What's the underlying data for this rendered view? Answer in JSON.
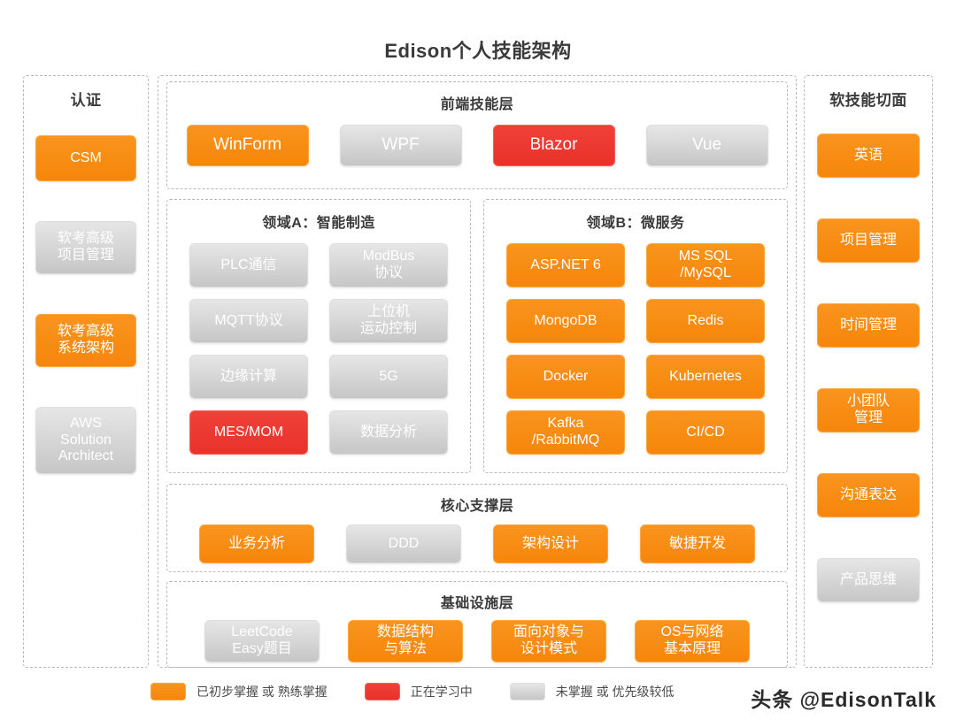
{
  "title": "Edison个人技能架构",
  "certification": {
    "header": "认证",
    "items": [
      {
        "label": "CSM",
        "status": "orange",
        "size": "normal"
      },
      {
        "label": "软考高级\n项目管理",
        "status": "gray",
        "size": "tall"
      },
      {
        "label": "软考高级\n系统架构",
        "status": "orange",
        "size": "tall"
      },
      {
        "label": "AWS\nSolution\nArchitect",
        "status": "gray",
        "size": "xtall"
      }
    ]
  },
  "frontend_layer": {
    "header": "前端技能层",
    "items": [
      {
        "label": "WinForm",
        "status": "orange"
      },
      {
        "label": "WPF",
        "status": "gray"
      },
      {
        "label": "Blazor",
        "status": "red"
      },
      {
        "label": "Vue",
        "status": "gray"
      }
    ]
  },
  "domain_a": {
    "header": "领域A：智能制造",
    "items": [
      {
        "label": "PLC通信",
        "status": "gray"
      },
      {
        "label": "ModBus\n协议",
        "status": "gray"
      },
      {
        "label": "MQTT协议",
        "status": "gray"
      },
      {
        "label": "上位机\n运动控制",
        "status": "gray"
      },
      {
        "label": "边缘计算",
        "status": "gray"
      },
      {
        "label": "5G",
        "status": "gray"
      },
      {
        "label": "MES/MOM",
        "status": "red"
      },
      {
        "label": "数据分析",
        "status": "gray"
      }
    ]
  },
  "domain_b": {
    "header": "领域B：微服务",
    "items": [
      {
        "label": "ASP.NET 6",
        "status": "orange"
      },
      {
        "label": "MS SQL\n/MySQL",
        "status": "orange"
      },
      {
        "label": "MongoDB",
        "status": "orange"
      },
      {
        "label": "Redis",
        "status": "orange"
      },
      {
        "label": "Docker",
        "status": "orange"
      },
      {
        "label": "Kubernetes",
        "status": "orange"
      },
      {
        "label": "Kafka\n/RabbitMQ",
        "status": "orange"
      },
      {
        "label": "CI/CD",
        "status": "orange"
      }
    ]
  },
  "core_layer": {
    "header": "核心支撑层",
    "items": [
      {
        "label": "业务分析",
        "status": "orange"
      },
      {
        "label": "DDD",
        "status": "gray"
      },
      {
        "label": "架构设计",
        "status": "orange"
      },
      {
        "label": "敏捷开发",
        "status": "orange"
      }
    ]
  },
  "infra_layer": {
    "header": "基础设施层",
    "items": [
      {
        "label": "LeetCode\nEasy题目",
        "status": "gray"
      },
      {
        "label": "数据结构\n与算法",
        "status": "orange"
      },
      {
        "label": "面向对象与\n设计模式",
        "status": "orange"
      },
      {
        "label": "OS与网络\n基本原理",
        "status": "orange"
      }
    ]
  },
  "soft_skills": {
    "header": "软技能切面",
    "items": [
      {
        "label": "英语",
        "status": "orange"
      },
      {
        "label": "项目管理",
        "status": "orange"
      },
      {
        "label": "时间管理",
        "status": "orange"
      },
      {
        "label": "小团队\n管理",
        "status": "orange"
      },
      {
        "label": "沟通表达",
        "status": "orange"
      },
      {
        "label": "产品思维",
        "status": "gray"
      }
    ]
  },
  "legend": {
    "entries": [
      {
        "status": "orange",
        "text": "已初步掌握 或 熟练掌握"
      },
      {
        "status": "red",
        "text": "正在学习中"
      },
      {
        "status": "gray",
        "text": "未掌握 或 优先级较低"
      }
    ]
  },
  "watermark": "头条 @EdisonTalk",
  "colors": {
    "orange": "#F7941E",
    "red": "#EE3B33",
    "gray": "#D6D6D6",
    "border": "#B9B9B9",
    "text": "#3A3A3A"
  }
}
